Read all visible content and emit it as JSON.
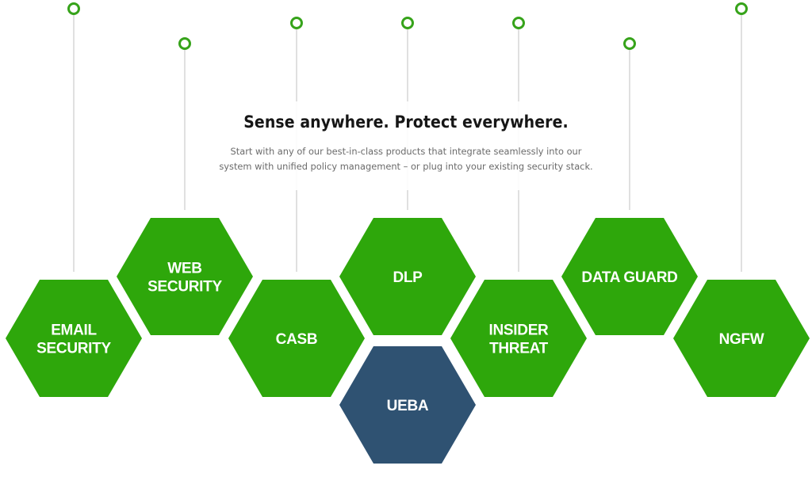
{
  "intro": {
    "title": "Sense anywhere. Protect everywhere.",
    "description_line1": "Start with any of our best-in-class products that integrate seamlessly into our",
    "description_line2": "system with unified policy management – or plug into your existing security stack."
  },
  "colors": {
    "hex_green": "#2ea70b",
    "hex_blue": "#2f5272",
    "ring": "#36a31a",
    "connector": "#d3d3d3"
  },
  "products": [
    {
      "id": "email-security",
      "lines": [
        "EMAIL",
        "SECURITY"
      ],
      "column": 0,
      "row": "low",
      "color": "#2ea70b"
    },
    {
      "id": "web-security",
      "lines": [
        "WEB",
        "SECURITY"
      ],
      "column": 1,
      "row": "high",
      "color": "#2ea70b"
    },
    {
      "id": "casb",
      "lines": [
        "CASB"
      ],
      "column": 2,
      "row": "low",
      "color": "#2ea70b"
    },
    {
      "id": "dlp",
      "lines": [
        "DLP"
      ],
      "column": 3,
      "row": "high",
      "color": "#2ea70b"
    },
    {
      "id": "ueba",
      "lines": [
        "UEBA"
      ],
      "column": 3,
      "row": "bottom",
      "color": "#2f5272"
    },
    {
      "id": "insider-threat",
      "lines": [
        "INSIDER",
        "THREAT"
      ],
      "column": 4,
      "row": "low",
      "color": "#2ea70b"
    },
    {
      "id": "data-guard",
      "lines": [
        "DATA GUARD"
      ],
      "column": 5,
      "row": "high",
      "color": "#2ea70b"
    },
    {
      "id": "ngfw",
      "lines": [
        "NGFW"
      ],
      "column": 6,
      "row": "low",
      "color": "#2ea70b"
    }
  ],
  "connectors": [
    {
      "column": 0,
      "ring_tier": "top",
      "target": "email-security"
    },
    {
      "column": 1,
      "ring_tier": "low",
      "target": "web-security"
    },
    {
      "column": 2,
      "ring_tier": "mid",
      "target": "casb"
    },
    {
      "column": 3,
      "ring_tier": "mid",
      "target": "dlp"
    },
    {
      "column": 4,
      "ring_tier": "mid",
      "target": "insider-threat"
    },
    {
      "column": 5,
      "ring_tier": "low",
      "target": "data-guard"
    },
    {
      "column": 6,
      "ring_tier": "top",
      "target": "ngfw"
    }
  ]
}
